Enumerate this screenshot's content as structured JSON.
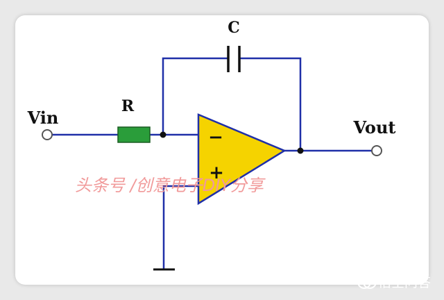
{
  "diagram": {
    "labels": {
      "capacitor": "C",
      "resistor": "R",
      "input": "Vin",
      "output": "Vout",
      "inverting_input": "−",
      "noninverting_input": "+"
    },
    "colors": {
      "wire": "#1f2fa8",
      "resistor": "#2a9d3a",
      "opamp_fill": "#f5d300",
      "opamp_stroke": "#1f2fa8",
      "capacitor": "#111111",
      "terminal": "#555555"
    }
  },
  "watermark": {
    "center_text": "头条号 /创意电子DIY分享",
    "corner_text": "悟空问答"
  }
}
